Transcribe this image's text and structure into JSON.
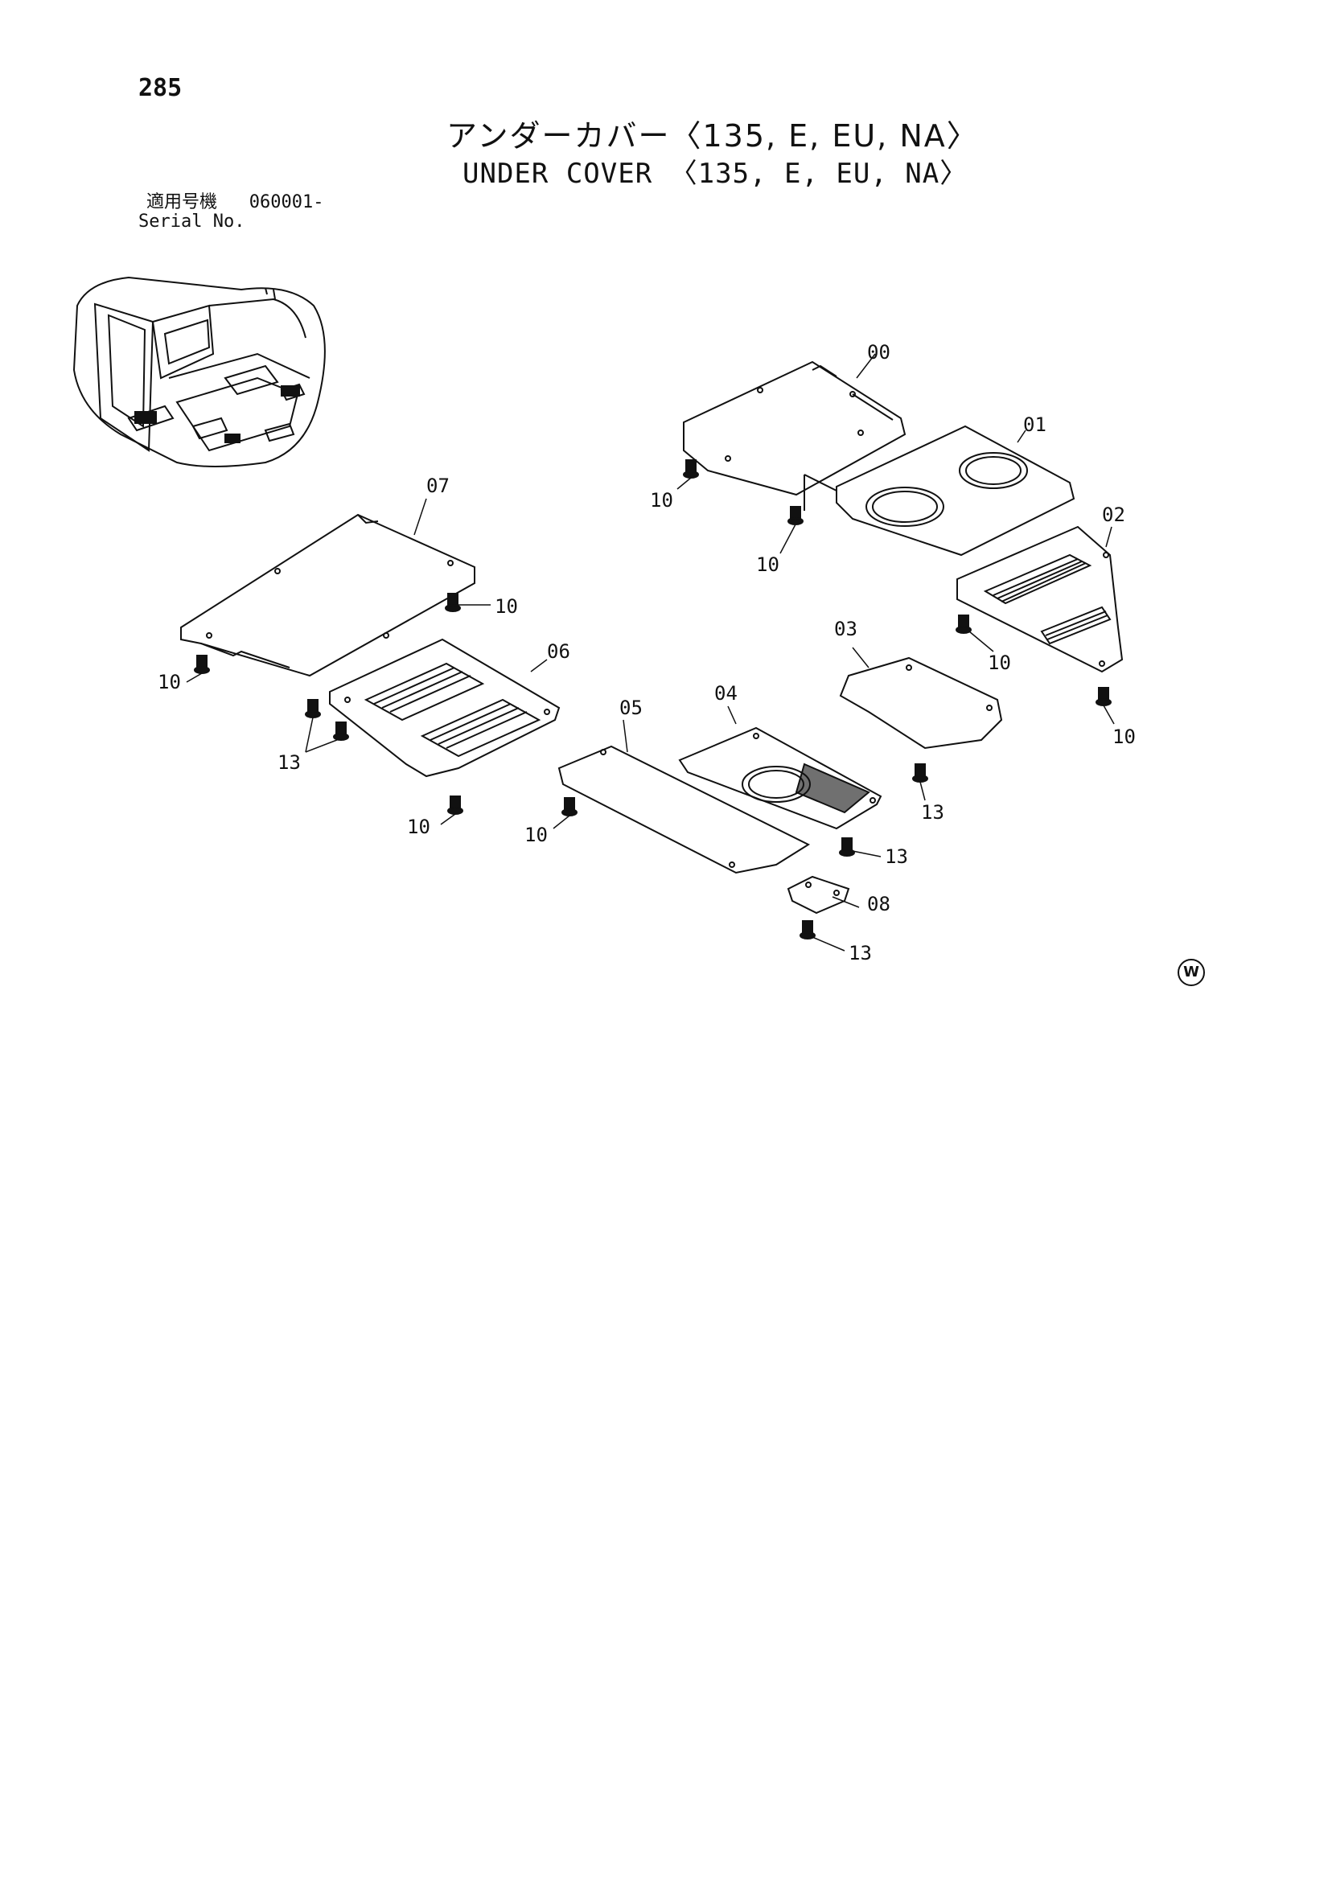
{
  "page": {
    "number": "285"
  },
  "title": {
    "japanese": "アンダーカバー〈135, E, EU, NA〉",
    "english": "UNDER COVER 〈135, E, EU, NA〉"
  },
  "serial": {
    "label_jp": "適用号機",
    "label_en": "Serial No.",
    "value": "060001-"
  },
  "callouts": [
    "00",
    "01",
    "02",
    "03",
    "04",
    "05",
    "06",
    "07",
    "08",
    "10",
    "10",
    "10",
    "10",
    "10",
    "10",
    "10",
    "10",
    "13",
    "13",
    "13",
    "13"
  ],
  "labels": {
    "c00": "00",
    "c01": "01",
    "c02": "02",
    "c03": "03",
    "c04": "04",
    "c05": "05",
    "c06": "06",
    "c07": "07",
    "c08": "08",
    "c10": "10",
    "c13": "13"
  },
  "mark": "W"
}
